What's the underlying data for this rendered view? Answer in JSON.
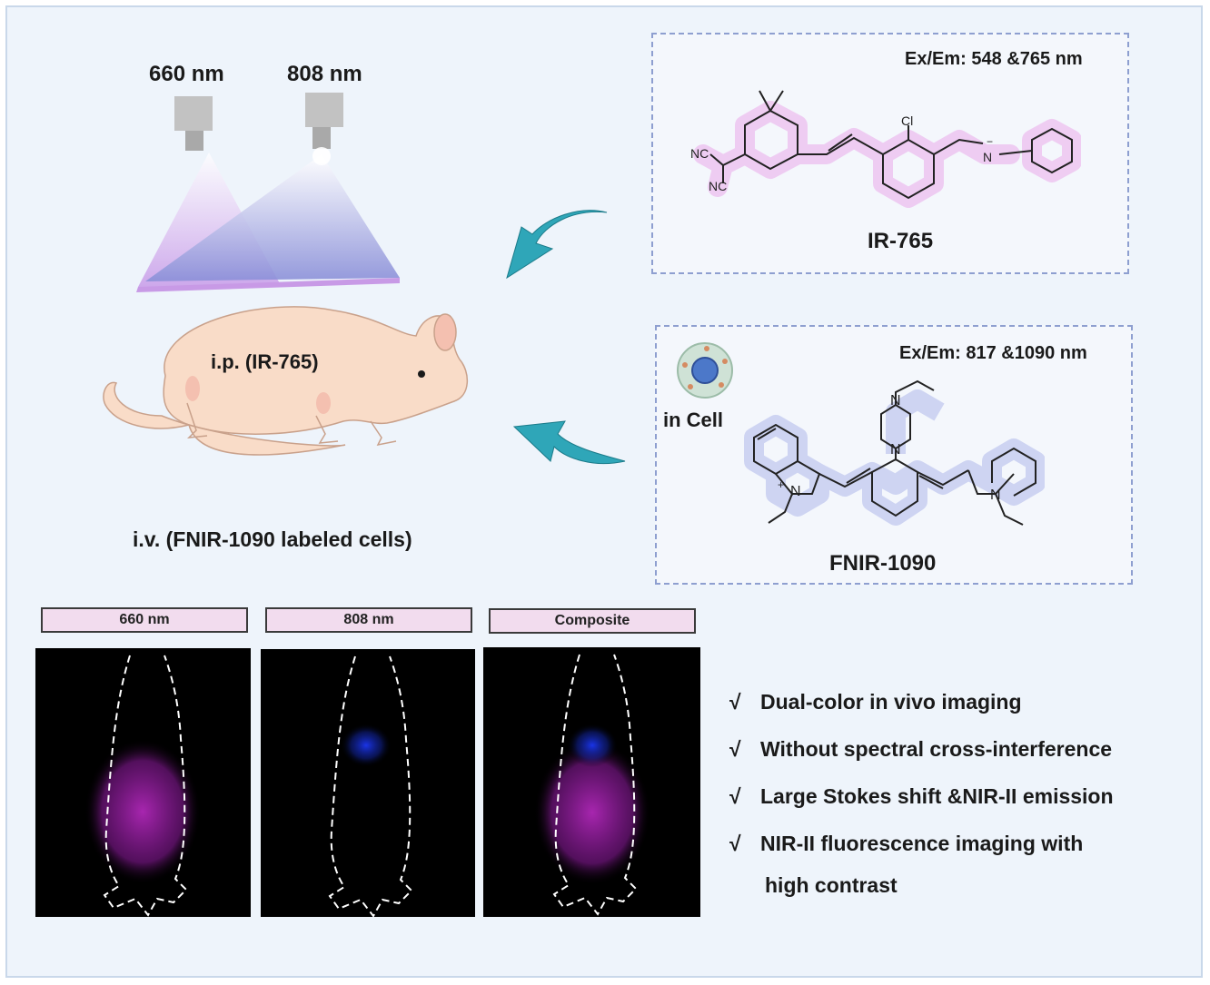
{
  "lasers": {
    "left": "660 nm",
    "right": "808 nm"
  },
  "mouse": {
    "ip_label": "i.p. (IR-765)",
    "iv_label": "i.v. (FNIR-1090 labeled cells)"
  },
  "ir765": {
    "exem": "Ex/Em: 548 &765 nm",
    "name": "IR-765",
    "atoms": {
      "cl": "Cl",
      "nc1": "NC",
      "nc2": "NC",
      "n": "N",
      "minus": "−"
    }
  },
  "fnir": {
    "exem": "Ex/Em: 817 &1090 nm",
    "name": "FNIR-1090",
    "cell_label": "in Cell",
    "atoms": {
      "n_top": "N",
      "n_bottom": "N",
      "n_left": "N",
      "n_right": "N",
      "plus": "+"
    }
  },
  "images": [
    {
      "label": "660 nm"
    },
    {
      "label": "808 nm"
    },
    {
      "label": "Composite"
    }
  ],
  "features": {
    "check": "√",
    "items": [
      "Dual-color in vivo imaging",
      "Without spectral cross-interference",
      "Large Stokes shift &NIR-II emission",
      "NIR-II fluorescence imaging with"
    ],
    "continuation": "high contrast"
  },
  "colors": {
    "ir765_glow": "#e89ae6",
    "fnir_glow": "#a9b3ea",
    "arrow": "#2fa6b8",
    "mouse": "#f9dcc8",
    "magenta_signal": "#b028b8",
    "blue_signal": "#1a34e8"
  }
}
